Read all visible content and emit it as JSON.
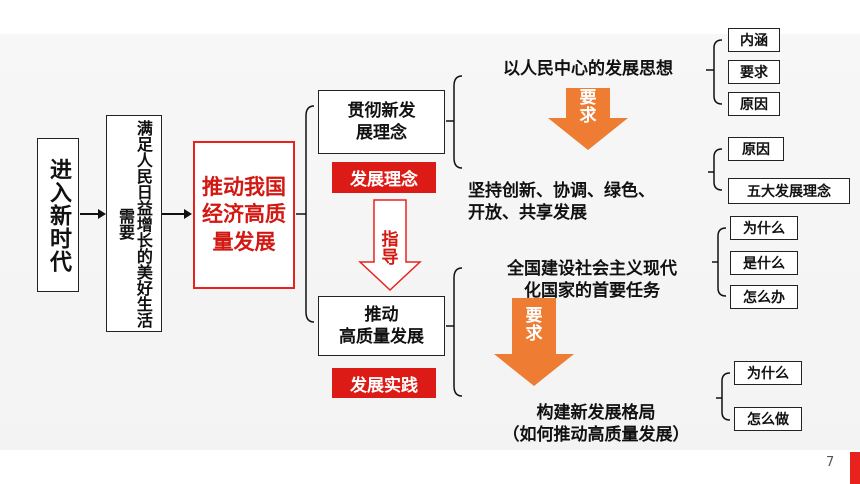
{
  "diagram": {
    "era": "进入新时代",
    "need": "满足人民日益增长的美好生活需要",
    "center": "推动我国经济高质量发展",
    "node_concept": "贯彻新发展理念",
    "tag_concept": "发展理念",
    "node_practice": "推动\n高质量发展",
    "tag_practice": "发展实践",
    "arrow_guide": "指导",
    "arrow_require_top": "要求",
    "arrow_require_bottom": "要求",
    "branch1": "以人民中心的发展思想",
    "branch2": "坚持创新、协调、绿色、\n开放、共享发展",
    "branch3": "全国建设社会主义现代\n化国家的首要任务",
    "branch4": "构建新发展格局\n（如何推动高质量发展）",
    "b1_items": [
      "内涵",
      "要求",
      "原因"
    ],
    "b2_items": [
      "原因",
      "五大发展理念"
    ],
    "b3_items": [
      "为什么",
      "是什么",
      "怎么办"
    ],
    "b4_items": [
      "为什么",
      "怎么做"
    ],
    "page_number": "7"
  },
  "colors": {
    "accent": "#e8231d",
    "arrow_orange": "#ee7d33"
  }
}
